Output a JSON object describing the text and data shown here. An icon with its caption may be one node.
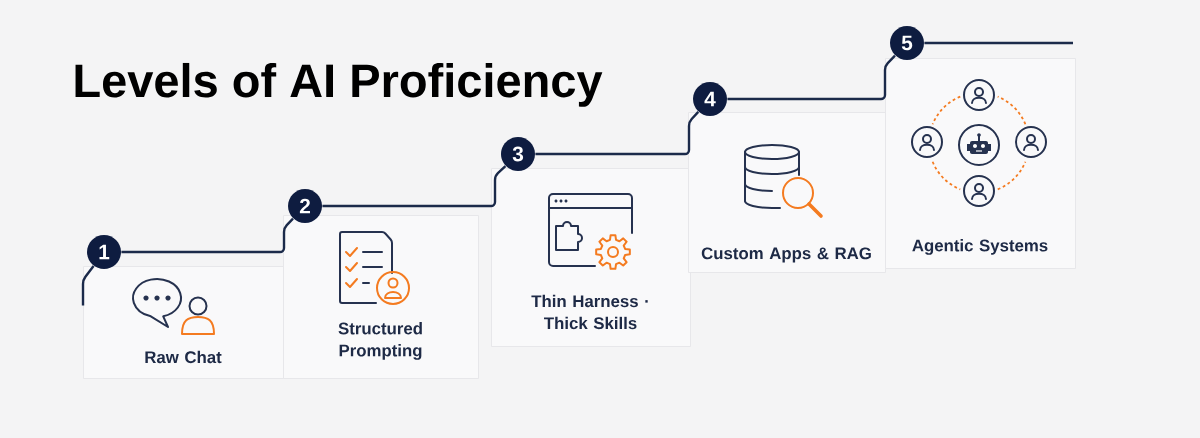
{
  "diagram": {
    "title": "Levels of AI Proficiency",
    "nodes": [
      {
        "text": [
          "1"
        ]
      },
      {
        "text": [
          "Raw Chat"
        ]
      },
      {
        "text": [
          "2"
        ]
      },
      {
        "text": [
          "Structured Prompting"
        ]
      },
      {
        "text": [
          "3"
        ]
      },
      {
        "text": [
          "Thin Harness · Thick Skills"
        ]
      },
      {
        "text": [
          "4"
        ]
      },
      {
        "text": [
          "Custom Apps & RAG"
        ]
      },
      {
        "text": [
          "5"
        ]
      },
      {
        "text": [
          "Agentic Systems"
        ]
      }
    ],
    "edges": [
      {
        "from": 1,
        "to": 0,
        "arrow": "none"
      },
      {
        "from": 0,
        "to": 2,
        "arrow": "none"
      },
      {
        "from": 2,
        "to": 4,
        "arrow": "none"
      },
      {
        "from": 4,
        "to": 6,
        "arrow": "none"
      },
      {
        "from": 6,
        "to": 8,
        "arrow": "none"
      },
      {
        "from": 8,
        "to": null,
        "arrow": "none"
      }
    ]
  }
}
